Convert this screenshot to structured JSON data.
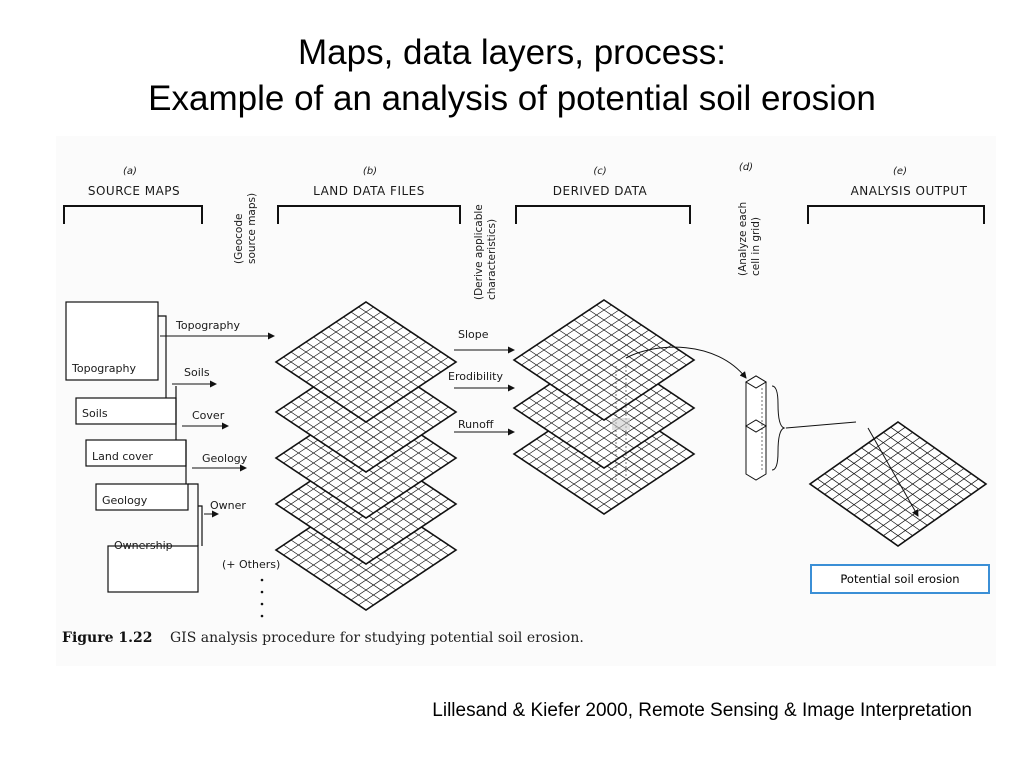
{
  "title": {
    "line1": "Maps, data layers, process:",
    "line2": "Example of an analysis of potential soil erosion"
  },
  "figure": {
    "columns": [
      {
        "letter": "(a)",
        "heading": "SOURCE MAPS"
      },
      {
        "letter": "(b)",
        "heading": "LAND DATA FILES"
      },
      {
        "letter": "(c)",
        "heading": "DERIVED DATA"
      },
      {
        "letter": "(d)",
        "heading": ""
      },
      {
        "letter": "(e)",
        "heading": "ANALYSIS OUTPUT"
      }
    ],
    "process_notes": {
      "geocode_1": "(Geocode",
      "geocode_2": "source maps)",
      "derive_1": "(Derive applicable",
      "derive_2": "characteristics)",
      "analyze_1": "(Analyze each",
      "analyze_2": "cell in grid)"
    },
    "source_maps": [
      "Topography",
      "Soils",
      "Land cover",
      "Geology",
      "Ownership"
    ],
    "layer_labels": [
      "Topography",
      "Soils",
      "Cover",
      "Geology",
      "Owner"
    ],
    "others_label": "(+ Others)",
    "derived_labels": [
      "Slope",
      "Erodibility",
      "Runoff"
    ],
    "output_label": "Potential soil erosion",
    "caption_number": "Figure 1.22",
    "caption_text": "GIS analysis procedure for studying potential soil erosion."
  },
  "credit": "Lillesand & Kiefer 2000, Remote Sensing & Image Interpretation"
}
